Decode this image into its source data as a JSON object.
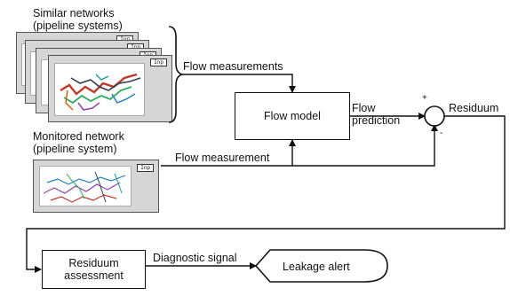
{
  "groups": {
    "similar_networks": "Similar networks\n(pipeline systems)",
    "monitored_network": "Monitored network\n(pipeline system)"
  },
  "boxes": {
    "flow_model": "Flow model",
    "residuum_assessment": "Residuum\nassessment",
    "leakage_alert": "Leakage alert"
  },
  "edges": {
    "flow_measurements": "Flow measurements",
    "flow_measurement": "Flow measurement",
    "flow_prediction": "Flow\nprediction",
    "residuum": "Residuum",
    "diagnostic_signal": "Diagnostic signal"
  },
  "summing_junction": {
    "plus_sign": "+",
    "minus_sign": "-"
  },
  "card_tag": "Inp",
  "colors": {
    "card_bg": "#d6d6d6",
    "line": "#111111"
  }
}
